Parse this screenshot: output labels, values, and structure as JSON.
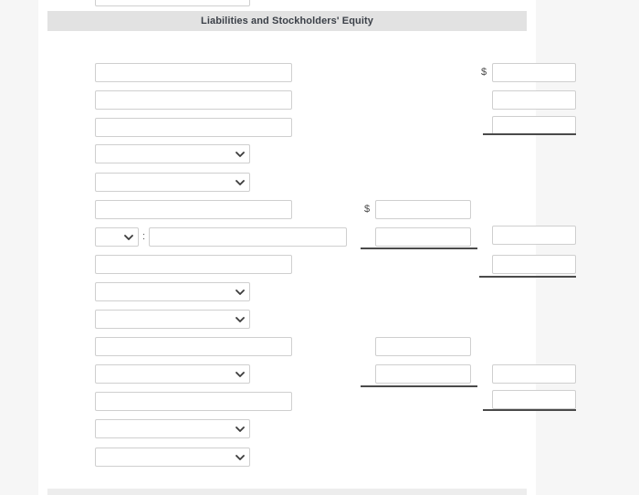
{
  "page": {
    "background_color": "#f6f6f6",
    "card_background": "#ffffff"
  },
  "sections": {
    "top_header": {
      "title": "Liabilities and Stockholders' Equity",
      "background_color": "#e2e2e2",
      "text_color": "#3b4048"
    },
    "bottom_header": {
      "title": "",
      "background_color": "#ededed"
    }
  },
  "symbols": {
    "dollar": "$",
    "colon": ":"
  },
  "rows": [
    {
      "id": "row-clipped-top",
      "type": "select",
      "value": "",
      "placeholder": ""
    },
    {
      "id": "row-1",
      "type": "select",
      "value": "",
      "placeholder": ""
    },
    {
      "id": "row-2",
      "type": "text",
      "value": "",
      "placeholder": ""
    },
    {
      "id": "row-3",
      "type": "text",
      "value": "",
      "placeholder": ""
    },
    {
      "id": "row-4",
      "type": "text",
      "value": "",
      "placeholder": ""
    },
    {
      "id": "row-5",
      "type": "select",
      "value": "",
      "placeholder": ""
    },
    {
      "id": "row-6",
      "type": "select",
      "value": "",
      "placeholder": ""
    },
    {
      "id": "row-7",
      "type": "text",
      "value": "",
      "placeholder": ""
    },
    {
      "id": "row-8",
      "type": "select-colon-text",
      "value": "",
      "placeholder": ""
    },
    {
      "id": "row-9",
      "type": "text",
      "value": "",
      "placeholder": ""
    },
    {
      "id": "row-10",
      "type": "select",
      "value": "",
      "placeholder": ""
    },
    {
      "id": "row-11",
      "type": "select",
      "value": "",
      "placeholder": ""
    },
    {
      "id": "row-12",
      "type": "text",
      "value": "",
      "placeholder": ""
    },
    {
      "id": "row-13",
      "type": "select",
      "value": "",
      "placeholder": ""
    },
    {
      "id": "row-14",
      "type": "text",
      "value": "",
      "placeholder": ""
    },
    {
      "id": "row-15",
      "type": "select",
      "value": "",
      "placeholder": ""
    },
    {
      "id": "row-16",
      "type": "select",
      "value": "",
      "placeholder": ""
    }
  ],
  "amount_fields": {
    "col_mid": [
      {
        "id": "mid-1",
        "value": "",
        "placeholder": ""
      },
      {
        "id": "mid-2",
        "value": "",
        "placeholder": ""
      },
      {
        "id": "mid-3",
        "value": "",
        "placeholder": ""
      },
      {
        "id": "mid-4",
        "value": "",
        "placeholder": ""
      }
    ],
    "col_right": [
      {
        "id": "right-1",
        "value": "",
        "placeholder": ""
      },
      {
        "id": "right-2",
        "value": "",
        "placeholder": ""
      },
      {
        "id": "right-3",
        "value": "",
        "placeholder": ""
      },
      {
        "id": "right-4",
        "value": "",
        "placeholder": ""
      },
      {
        "id": "right-5",
        "value": "",
        "placeholder": ""
      },
      {
        "id": "right-6",
        "value": "",
        "placeholder": ""
      },
      {
        "id": "right-7",
        "value": "",
        "placeholder": ""
      }
    ]
  },
  "rules": [
    {
      "id": "rule-right-1",
      "color": "#4a4a4a"
    },
    {
      "id": "rule-mid-1",
      "color": "#4a4a4a"
    },
    {
      "id": "rule-right-2",
      "color": "#4a4a4a"
    },
    {
      "id": "rule-mid-2",
      "color": "#4a4a4a"
    },
    {
      "id": "rule-right-3",
      "color": "#4a4a4a"
    }
  ]
}
